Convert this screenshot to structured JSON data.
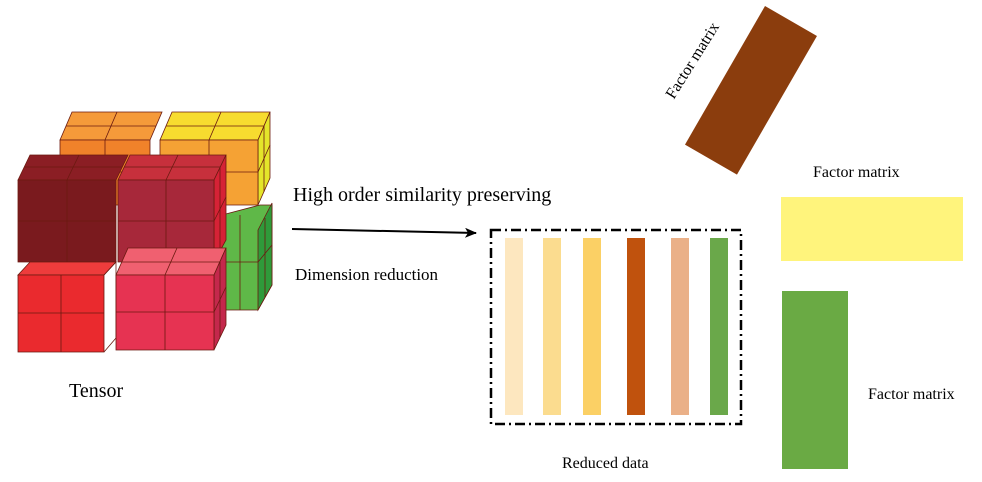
{
  "labels": {
    "tensor": "Tensor",
    "arrow_top": "High order similarity preserving",
    "arrow_bottom": "Dimension reduction",
    "reduced": "Reduced data",
    "factor_rotated": "Factor matrix",
    "factor_yellow": "Factor matrix",
    "factor_green": "Factor matrix"
  },
  "colors": {
    "factor_brown": "#8b3d0d",
    "factor_yellow": "#fff47c",
    "factor_green": "#6aaa44",
    "reduced_columns": [
      "#fde7bf",
      "#fbdc8f",
      "#fbd065",
      "#c0520d",
      "#eab088",
      "#6aa84a"
    ]
  }
}
